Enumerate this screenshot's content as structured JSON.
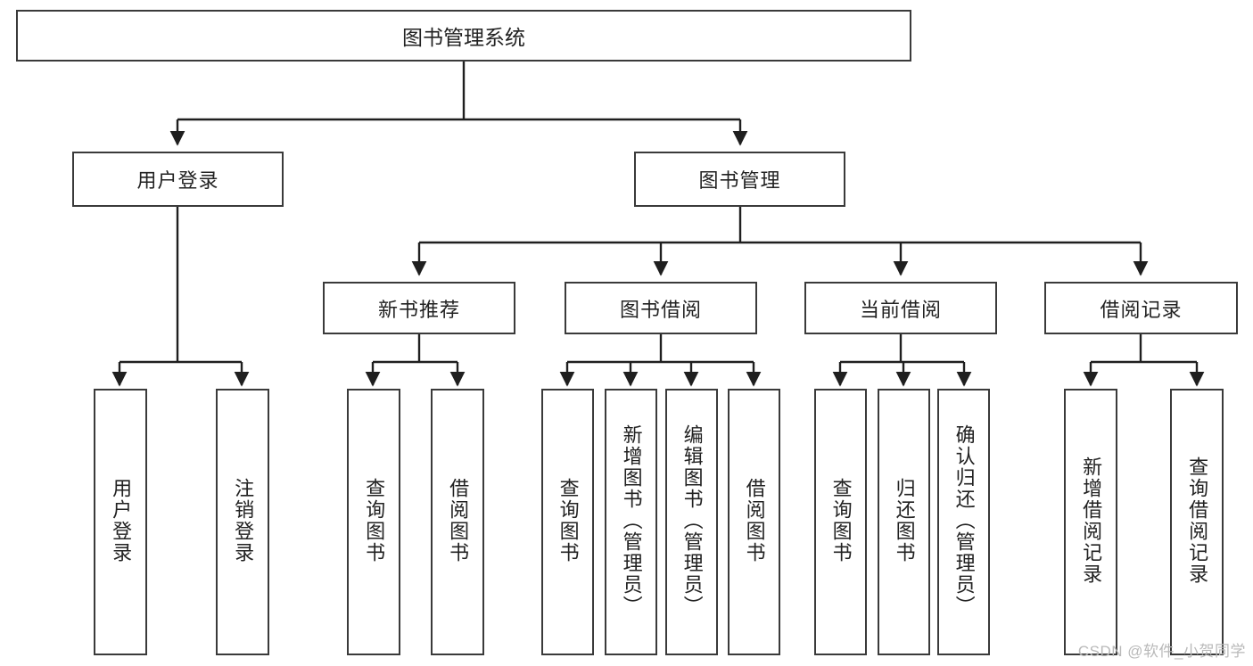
{
  "diagram": {
    "title": "图书管理系统",
    "type": "tree-hierarchy-chart",
    "colors": {
      "box_border": "#3a3a3a",
      "box_fill": "#ffffff",
      "edge": "#1f1f1f",
      "text": "#222222",
      "watermark": "#b9b9b9"
    },
    "root": {
      "label": "图书管理系统"
    },
    "level2": [
      {
        "label": "用户登录"
      },
      {
        "label": "图书管理"
      }
    ],
    "level3": [
      {
        "label": "新书推荐"
      },
      {
        "label": "图书借阅"
      },
      {
        "label": "当前借阅"
      },
      {
        "label": "借阅记录"
      }
    ],
    "leaves": {
      "user_login": [
        {
          "label": "用户登录"
        },
        {
          "label": "注销登录"
        }
      ],
      "new_book_recommend": [
        {
          "label": "查询图书"
        },
        {
          "label": "借阅图书"
        }
      ],
      "book_borrow": [
        {
          "label": "查询图书"
        },
        {
          "label": "新增图书（管理员）"
        },
        {
          "label": "编辑图书（管理员）"
        },
        {
          "label": "借阅图书"
        }
      ],
      "current_borrow": [
        {
          "label": "查询图书"
        },
        {
          "label": "归还图书"
        },
        {
          "label": "确认归还（管理员）"
        }
      ],
      "borrow_record": [
        {
          "label": "新增借阅记录"
        },
        {
          "label": "查询借阅记录"
        }
      ]
    }
  },
  "watermark": {
    "text": "CSDN @软件_小贺同学"
  }
}
